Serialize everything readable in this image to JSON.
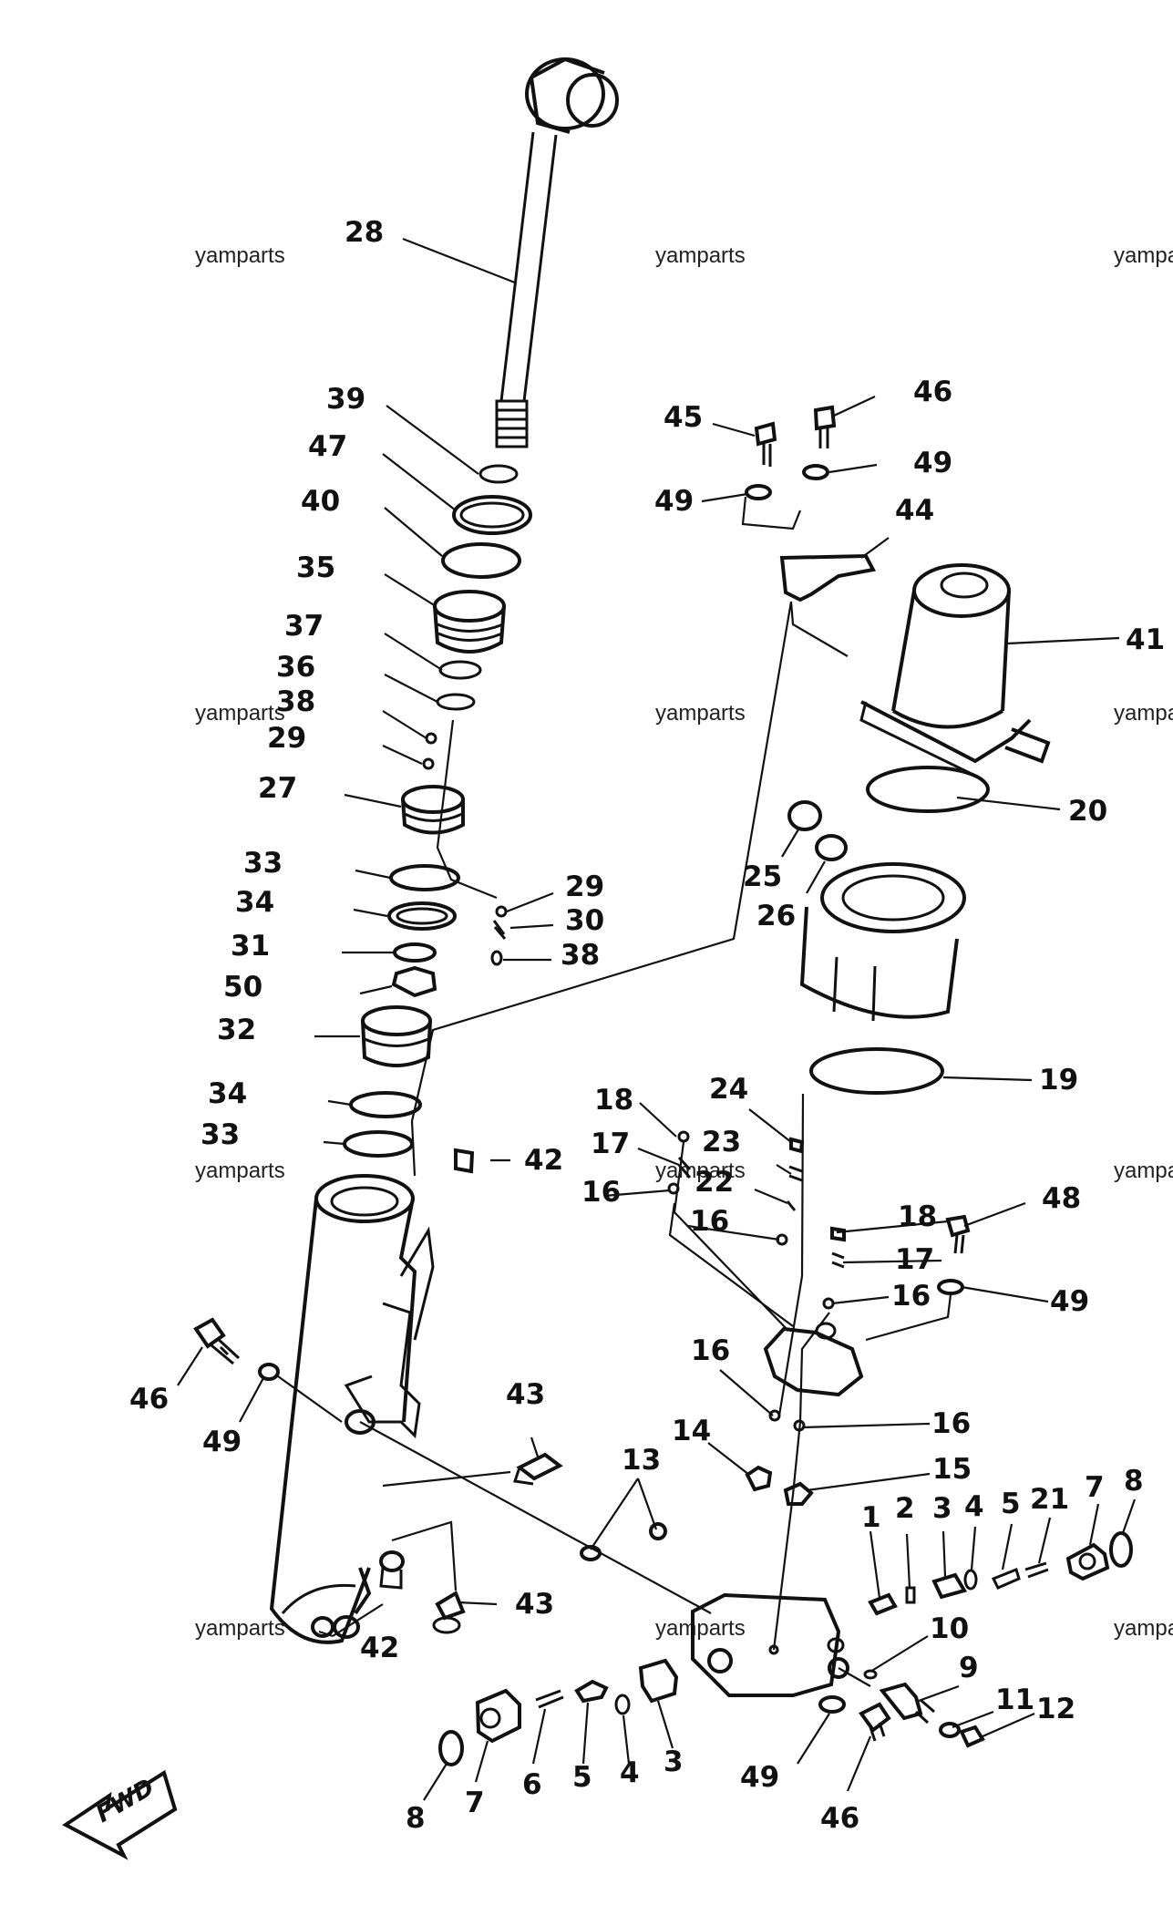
{
  "watermark": "yamparts",
  "callouts": [
    "28",
    "39",
    "47",
    "40",
    "35",
    "37",
    "36",
    "38",
    "29",
    "27",
    "33",
    "34",
    "31",
    "50",
    "32",
    "34",
    "33",
    "42",
    "46",
    "49",
    "43",
    "42",
    "43",
    "29",
    "30",
    "38",
    "45",
    "46",
    "49",
    "49",
    "44",
    "41",
    "20",
    "25",
    "26",
    "19",
    "18",
    "24",
    "23",
    "17",
    "22",
    "16",
    "16",
    "18",
    "48",
    "17",
    "16",
    "49",
    "16",
    "16",
    "14",
    "15",
    "13",
    "1",
    "2",
    "3",
    "4",
    "5",
    "21",
    "7",
    "8",
    "10",
    "9",
    "11",
    "12",
    "8",
    "7",
    "6",
    "5",
    "4",
    "3",
    "49",
    "46"
  ],
  "fwd_label": "FWD"
}
